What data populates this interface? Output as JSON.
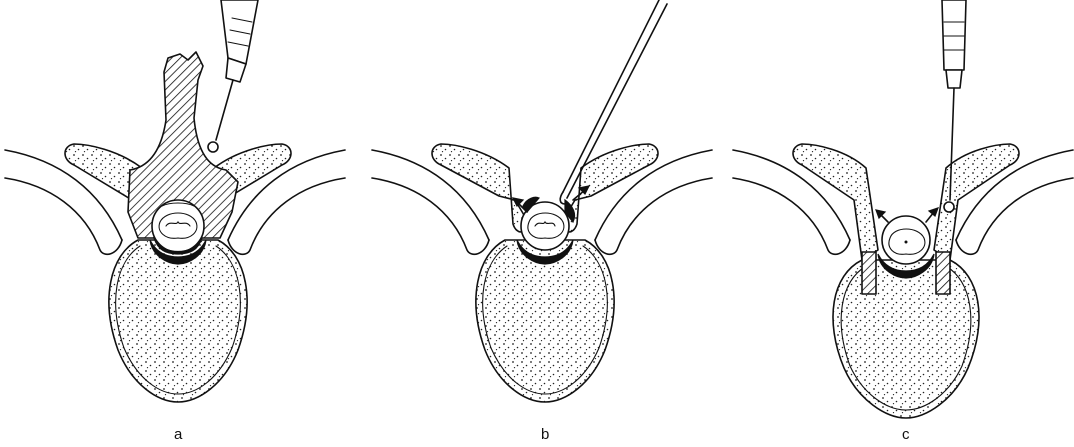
{
  "figure": {
    "panels": [
      {
        "id": "a",
        "label": "a"
      },
      {
        "id": "b",
        "label": "b"
      },
      {
        "id": "c",
        "label": "c"
      }
    ],
    "colors": {
      "ink": "#111111",
      "paper": "#ffffff"
    }
  }
}
